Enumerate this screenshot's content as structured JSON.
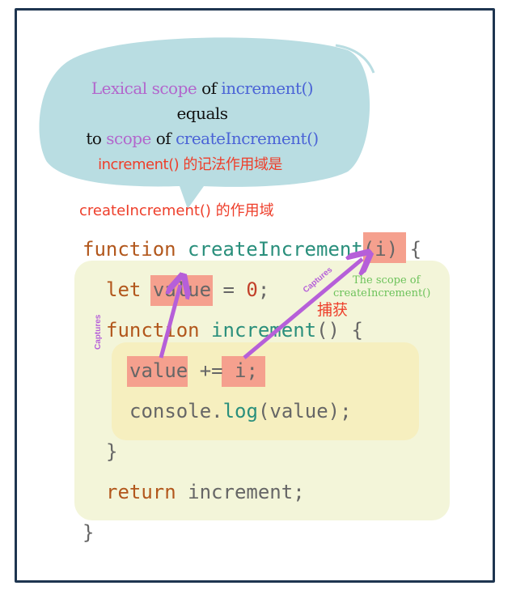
{
  "bubble": {
    "line1": {
      "a": "Lexical scope",
      "b": " of ",
      "c": "increment()"
    },
    "line2": "equals",
    "line3": {
      "a": "to ",
      "b": "scope",
      "c": " of ",
      "d": "createIncrement()"
    },
    "line4": "increment() 的记法作用域是"
  },
  "bubble_tail_text": "createIncrement() 的作用域",
  "code": {
    "l1": {
      "kw": "function",
      "fn": "createIncrement",
      "param": "(i)",
      "brace": "{"
    },
    "l2": {
      "kw": "let",
      "var": "value",
      "rest": "=",
      "num": "0",
      ";": ";"
    },
    "l3": {
      "kw": "function",
      "fn": "increment",
      "rest": "() {"
    },
    "l4": {
      "var": "value",
      "op": "+=",
      "i": " i;"
    },
    "l5": {
      "obj": "console.",
      "fn": "log",
      "rest": "(value);"
    },
    "l6": "}",
    "l7": {
      "kw": "return",
      "rest": "increment;"
    },
    "l8": "}"
  },
  "annotations": {
    "captures1": "Captures",
    "captures2": "Captures",
    "captures_zh": "捕获",
    "scope_label_1": "The scope of",
    "scope_label_2": "createIncrement()"
  },
  "colors": {
    "arrow": "#b65fd9",
    "highlight": "#f5a08e",
    "outer_scope": "#f3f5d9",
    "inner_scope": "#f6efbf",
    "bubble": "#b9dde2"
  }
}
